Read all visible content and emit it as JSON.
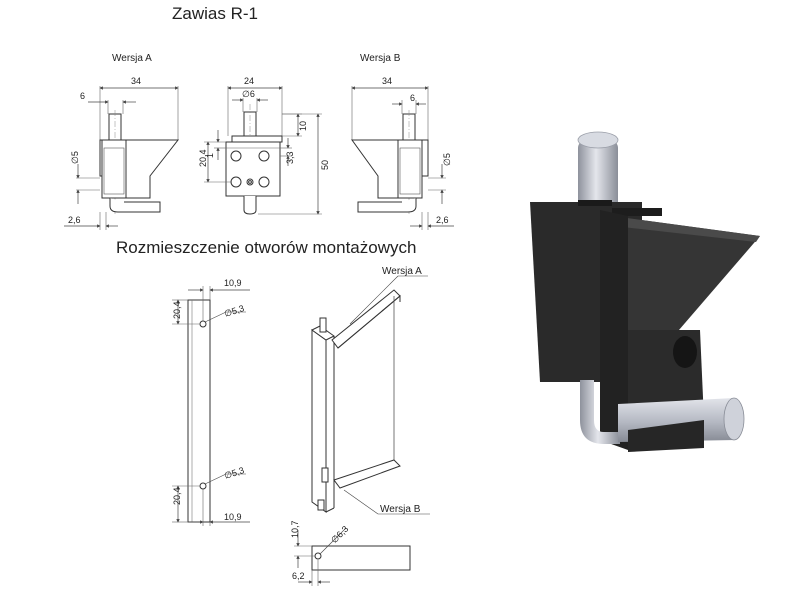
{
  "title": "Zawias R-1",
  "subtitle": "Rozmieszczenie otworów montażowych",
  "view_a": {
    "label": "Wersja A",
    "dims": {
      "width": "34",
      "pin_offset": "6",
      "pin_dia": "∅5",
      "base": "2,6"
    }
  },
  "view_mid": {
    "dims": {
      "width": "24",
      "pin_dia": "∅6",
      "top": "10",
      "left_h": "20,4",
      "left_small": "1",
      "inner": "3,3",
      "height": "50"
    }
  },
  "view_b": {
    "label": "Wersja B",
    "dims": {
      "width": "34",
      "pin_offset": "6",
      "pin_dia": "∅5",
      "base": "2,6"
    }
  },
  "mounting": {
    "top_width": "10,9",
    "top_offset": "20,4",
    "hole_top": "∅5,3",
    "hole_bottom": "∅5,3",
    "bottom_offset": "20,4",
    "bottom_width": "10,9",
    "label_a": "Wersja A",
    "label_b": "Wersja B",
    "detail_h": "10,7",
    "detail_hole": "∅6,3",
    "detail_w": "6,2"
  },
  "colors": {
    "line": "#333333",
    "dim": "#444444",
    "body": "#2b2b2b",
    "metal": "#b9bcc6"
  }
}
